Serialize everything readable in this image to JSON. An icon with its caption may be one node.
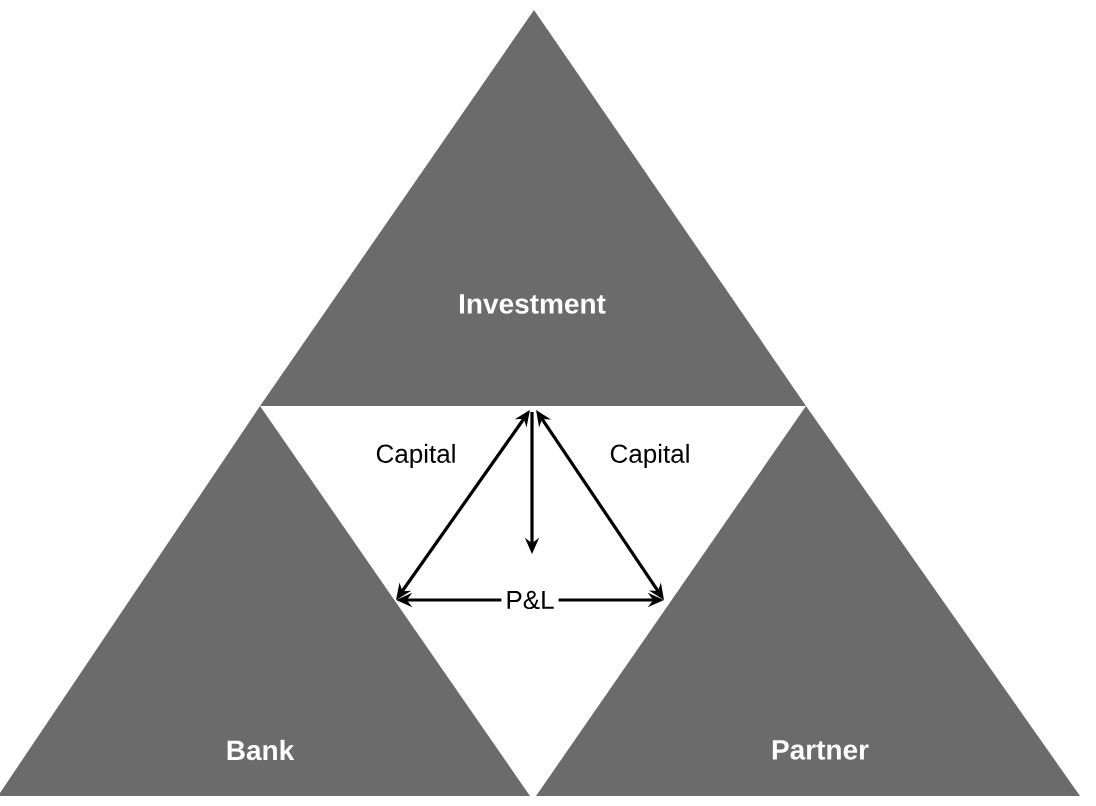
{
  "diagram": {
    "nodes": [
      {
        "text": [
          "Investment"
        ]
      },
      {
        "text": [
          "Bank"
        ]
      },
      {
        "text": [
          "Partner"
        ]
      }
    ],
    "edges": [
      {
        "from": 0,
        "to": 1,
        "arrow": "both",
        "label": "Capital"
      },
      {
        "from": 0,
        "to": 2,
        "arrow": "both",
        "label": "Capital"
      },
      {
        "from": 0,
        "to": null,
        "arrow": "to"
      },
      {
        "from": 1,
        "to": 2,
        "arrow": "both",
        "label": "P&L"
      }
    ]
  }
}
